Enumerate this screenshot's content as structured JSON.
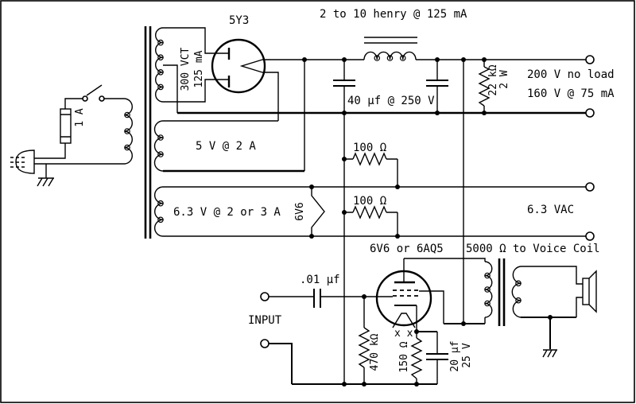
{
  "schematic": {
    "power_section": {
      "fuse_label": "1 A",
      "rectifier_tube_label": "5Y3",
      "hv_winding_label_1": "300 VCT",
      "hv_winding_label_2": "125 mA",
      "rectifier_heater_winding_label": "5 V @ 2 A",
      "heater_winding_label": "6.3 V @ 2 or 3 A",
      "choke_label": "2 to 10 henry @ 125 mA",
      "filter_cap_label": "40 µf @ 250 V",
      "bleeder_value_label": "22 kΩ",
      "bleeder_power_label": "2 W",
      "b_no_load_label": "200 V no load",
      "b_load_label": "160 V @ 75 mA",
      "hum_resistor_top_label": "100 Ω",
      "hum_resistor_bottom_label": "100 Ω",
      "heater_output_label": "6.3 VAC",
      "output_tube_heater_label": "6V6"
    },
    "amplifier_section": {
      "output_tube_label": "6V6 or 6AQ5",
      "output_transformer_label": "5000 Ω to Voice Coil",
      "coupling_cap_label": ".01 µf",
      "input_label": "INPUT",
      "grid_resistor_label": "470 kΩ",
      "cathode_resistor_label": "150 Ω",
      "cathode_cap_value_label": "20 µf",
      "cathode_cap_voltage_label": "25 V",
      "cathode_pin_marks": "x x"
    }
  }
}
